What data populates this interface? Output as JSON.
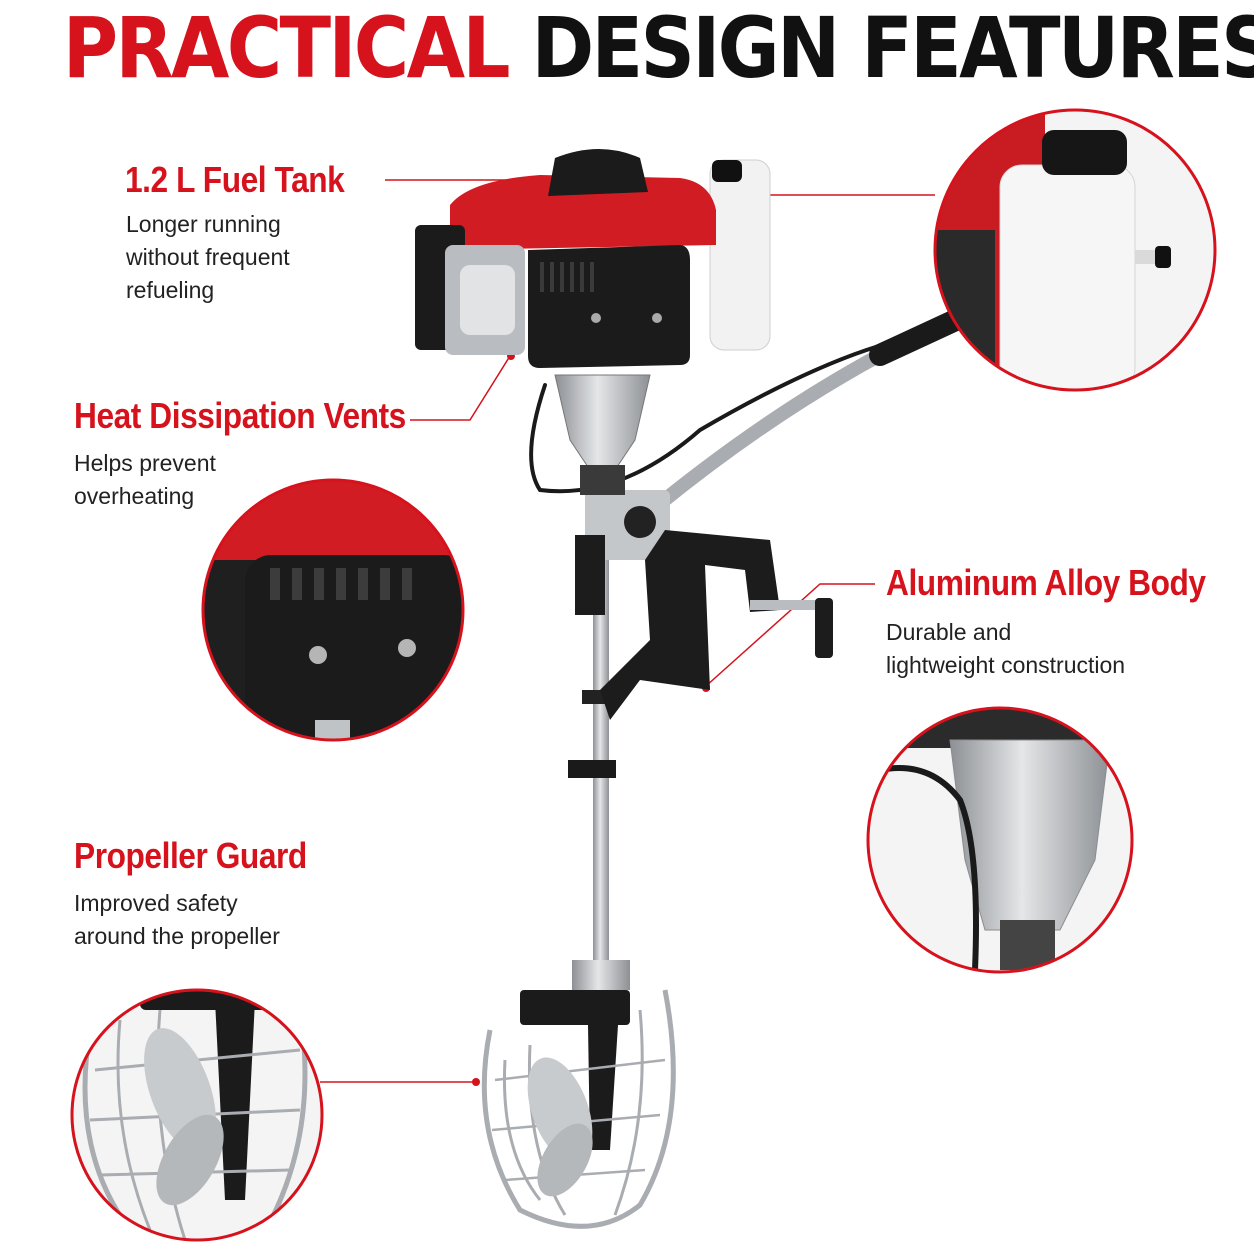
{
  "headline": {
    "part1": "PRACTICAL",
    "part2": "DESIGN FEATURES"
  },
  "colors": {
    "accent": "#d6121d",
    "text": "#111111",
    "engine_red": "#d21c24",
    "engine_black": "#1b1b1b",
    "metal": "#b9bcc0"
  },
  "features": [
    {
      "title": "1.2 L Fuel Tank",
      "desc": "Longer running\nwithout frequent\nrefueling"
    },
    {
      "title": "Heat Dissipation Vents",
      "desc": "Helps prevent\noverheating"
    },
    {
      "title": "Aluminum Alloy Body",
      "desc": "Durable and\nlightweight construction"
    },
    {
      "title": "Propeller Guard",
      "desc": "Improved safety\naround the propeller"
    }
  ]
}
